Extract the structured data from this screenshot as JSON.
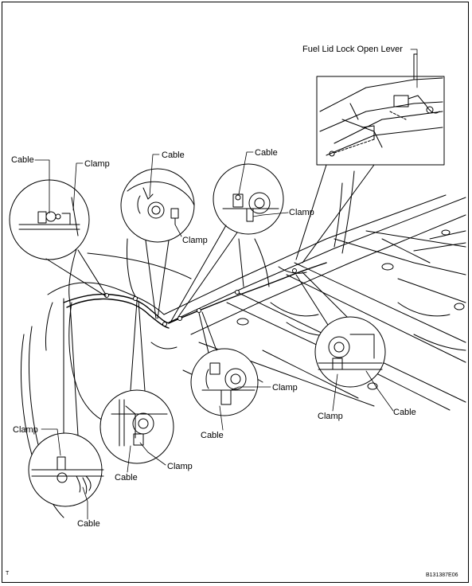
{
  "labels": {
    "fuel_lid_lever": "Fuel Lid Lock Open Lever",
    "cable": "Cable",
    "clamp": "Clamp"
  },
  "footer": {
    "left_mark": "T",
    "figure_code": "B131387E06"
  },
  "colors": {
    "line": "#000000",
    "background": "#ffffff"
  }
}
